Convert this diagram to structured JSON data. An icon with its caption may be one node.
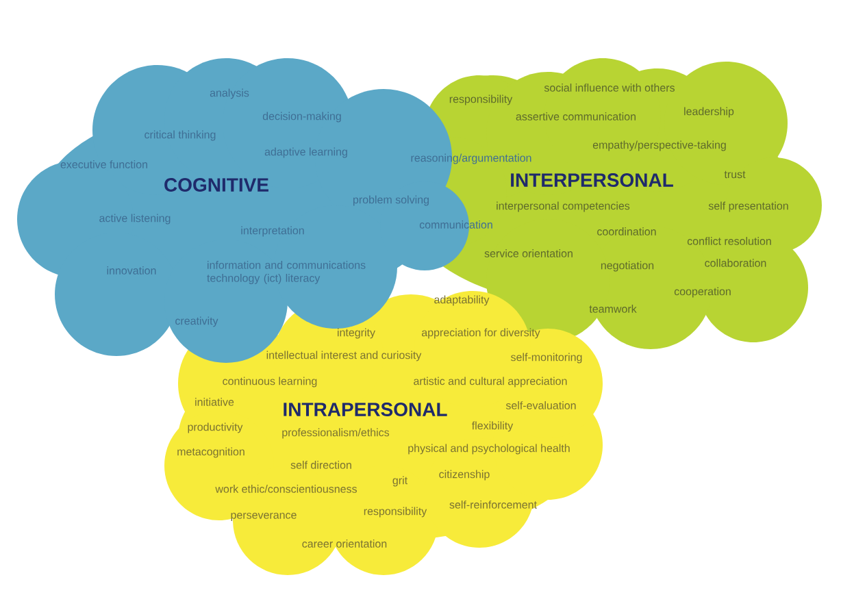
{
  "diagram": {
    "nodes": [
      {
        "text": [
          "COGNITIVE"
        ]
      },
      {
        "text": [
          "INTERPERSONAL"
        ]
      },
      {
        "text": [
          "INTRAPERSONAL"
        ]
      }
    ],
    "labels": [
      "analysis",
      "decision-making",
      "critical thinking",
      "adaptive learning",
      "executive function",
      "problem solving",
      "active listening",
      "interpretation",
      "innovation",
      "information and communications technology (ict) literacy",
      "creativity",
      "reasoning/argumentation",
      "communication",
      "responsibility",
      "social influence with others",
      "assertive communication",
      "leadership",
      "empathy/perspective-taking",
      "trust",
      "interpersonal competencies",
      "self presentation",
      "coordination",
      "conflict resolution",
      "service orientation",
      "negotiation",
      "collaboration",
      "cooperation",
      "teamwork",
      "adaptability",
      "integrity",
      "appreciation for diversity",
      "intellectual interest and curiosity",
      "self-monitoring",
      "continuous learning",
      "artistic and cultural appreciation",
      "initiative",
      "self-evaluation",
      "productivity",
      "professionalism/ethics",
      "flexibility",
      "metacognition",
      "physical and psychological health",
      "self direction",
      "citizenship",
      "grit",
      "work ethic/conscientiousness",
      "self-reinforcement",
      "perseverance",
      "responsibility",
      "career orientation"
    ]
  }
}
